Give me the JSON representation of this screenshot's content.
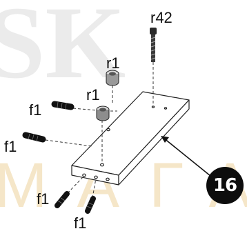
{
  "watermark": {
    "top_text": "SK",
    "bottom_text": "МАГА",
    "top_color": "#ebebeb",
    "bottom_color": "#f5e6c8"
  },
  "labels": {
    "r42": "r42",
    "r1_top": "r1",
    "r1_mid": "r1",
    "f1_left_upper": "f1",
    "f1_left_lower": "f1",
    "f1_bottom_left": "f1",
    "f1_bottom_right": "f1"
  },
  "step": {
    "number": "16",
    "badge_color": "#0d0d0d"
  },
  "line_color": "#222222"
}
